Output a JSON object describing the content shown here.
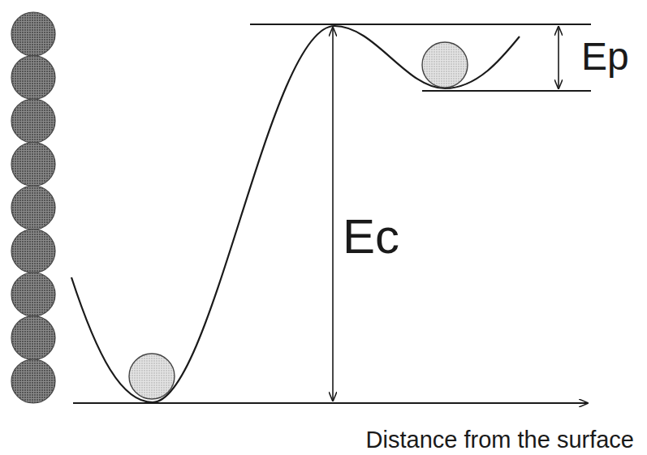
{
  "diagram": {
    "labels": [
      "Ep",
      "Ec",
      "Distance from the surface"
    ]
  }
}
